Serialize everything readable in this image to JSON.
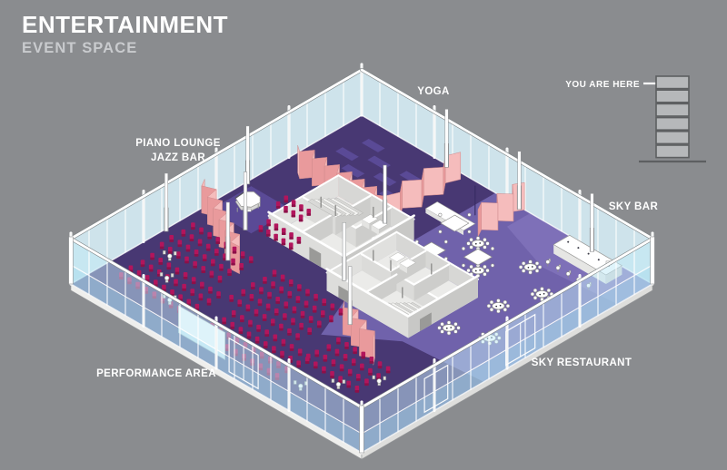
{
  "title": "ENTERTAINMENT",
  "subtitle": "EVENT SPACE",
  "areas": {
    "yoga": "YOGA",
    "piano_lounge_line1": "PIANO LOUNGE",
    "piano_lounge_line2": "JAZZ BAR",
    "sky_bar": "SKY BAR",
    "sky_restaurant": "SKY RESTAURANT",
    "performance_area": "PERFORMANCE AREA"
  },
  "locator": {
    "label": "YOU ARE HERE",
    "floors_total": 6,
    "highlighted_floor_from_top": 1
  },
  "colors": {
    "background": "#8a8c8f",
    "floor_dark": "#483873",
    "floor_mid": "#7062ab",
    "floor_light": "#7e70b8",
    "stage_purple": "#5a4a96",
    "curtain_pink": "#f5bcbc",
    "curtain_pink_dark": "#e99a9c",
    "glass_cyan": "#c2e9f7",
    "glass_back": "#d9f2fb",
    "seat_crimson": "#b2155c",
    "seat_crimson_dark": "#8d1048",
    "structure_white": "#ffffff"
  }
}
